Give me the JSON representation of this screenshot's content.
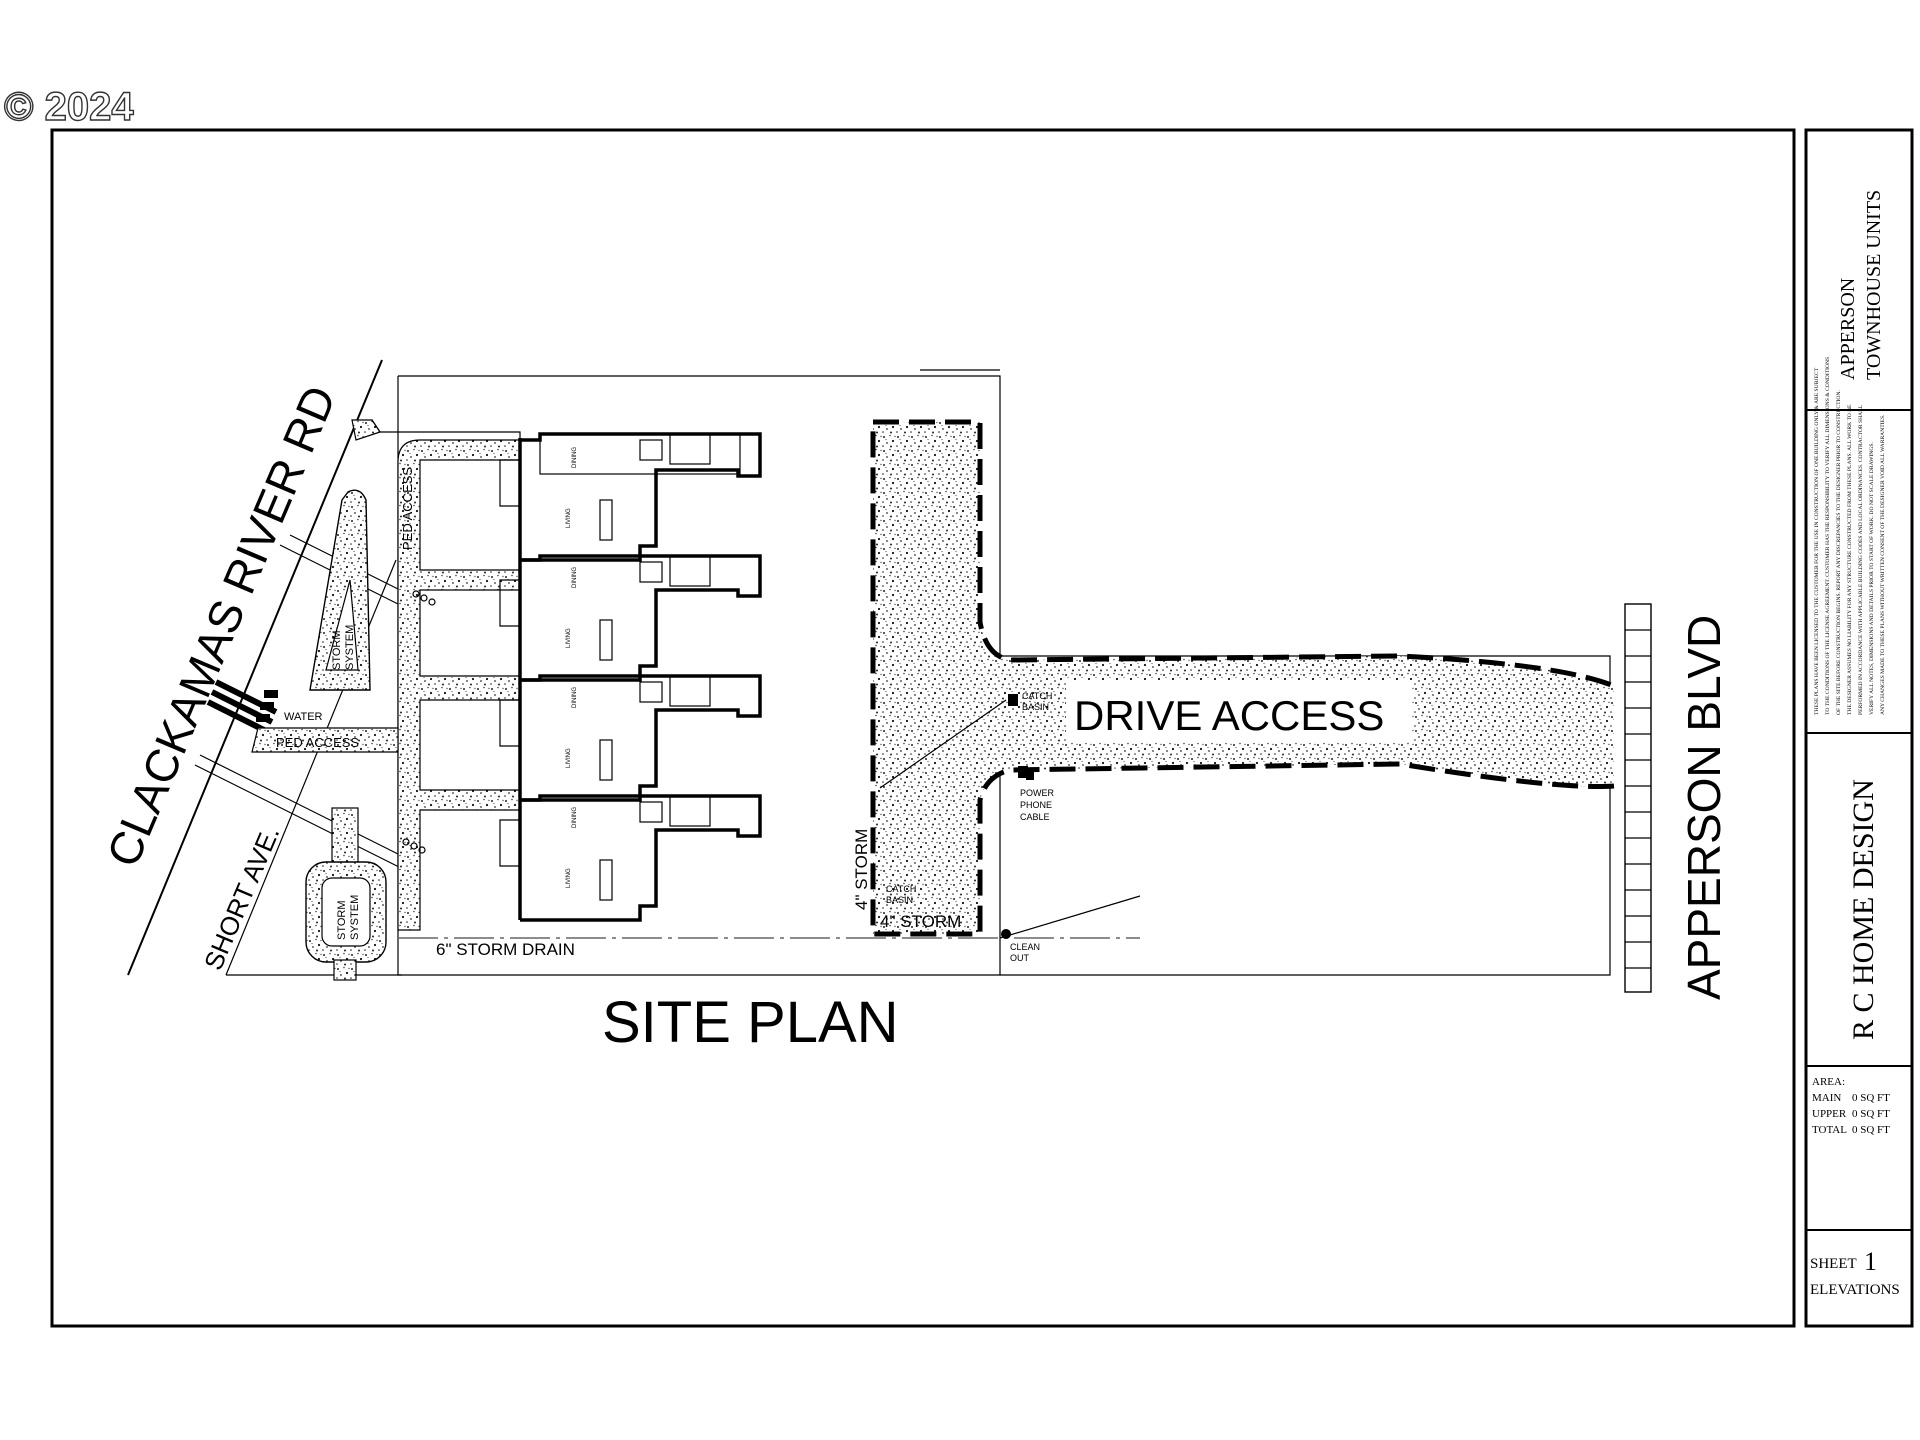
{
  "watermark": "© 2024",
  "labels": {
    "clackamas": "CLACKAMAS RIVER RD",
    "short_ave": "SHORT AVE.",
    "apperson_blvd": "APPERSON BLVD",
    "drive_access": "DRIVE ACCESS",
    "site_plan": "SITE PLAN",
    "ped_access_v": "PED ACCESS",
    "ped_access_h": "PED ACCESS",
    "water": "WATER",
    "storm_system_1": [
      "STORM",
      "SYSTEM"
    ],
    "storm_system_2": [
      "STORM",
      "SYSTEM"
    ],
    "storm_drain": "6\" STORM DRAIN",
    "storm_4_v": "4\" STORM",
    "storm_4_h": "4\" STORM",
    "catch_basin_1": [
      "CATCH",
      "BASIN"
    ],
    "catch_basin_2": [
      "CATCH",
      "BASIN"
    ],
    "power": [
      "POWER",
      "PHONE",
      "CABLE"
    ],
    "clean_out": [
      "CLEAN",
      "OUT"
    ],
    "unit_rooms": {
      "dining": "DINING",
      "living": "LIVING"
    }
  },
  "title_block": {
    "project": [
      "APPERSON",
      "TOWNHOUSE UNITS"
    ],
    "disclaimer": [
      "THESE PLANS HAVE BEEN LICENSED TO THE CUSTOMER FOR THE USE IN CONSTRUCTION OF ONE BUILDING ONLY & ARE SUBJECT",
      "TO THE CONDITIONS OF THE LICENSE AGREEMENT. CUSTOMER HAS THE RESPONSIBILITY TO VERIFY ALL DIMENSIONS & CONDITIONS",
      "OF THE SITE BEFORE CONSTRUCTION BEGINS. REPORT ANY DISCREPANCIES TO THE DESIGNER PRIOR TO CONSTRUCTION.",
      "THE DESIGNER ASSUMES NO LIABILITY FOR ANY STRUCTURE CONSTRUCTED FROM THESE PLANS. ALL WORK TO BE",
      "PERFORMED IN ACCORDANCE WITH APPLICABLE BUILDING CODES AND LOCAL ORDINANCES. CONTRACTOR SHALL",
      "VERIFY ALL NOTES, DIMENSIONS AND DETAILS PRIOR TO START OF WORK. DO NOT SCALE DRAWINGS.",
      "ANY CHANGES MADE TO THESE PLANS WITHOUT WRITTEN CONSENT OF THE DESIGNER VOID ALL WARRANTIES."
    ],
    "designer": "R C HOME DESIGN",
    "area": {
      "heading": "AREA:",
      "rows": [
        {
          "label": "MAIN",
          "value": "0 SQ FT"
        },
        {
          "label": "UPPER",
          "value": "0 SQ FT"
        },
        {
          "label": "TOTAL",
          "value": "0 SQ FT"
        }
      ]
    },
    "sheet_label": "SHEET",
    "sheet_number": "1",
    "sheet_title": "ELEVATIONS"
  }
}
